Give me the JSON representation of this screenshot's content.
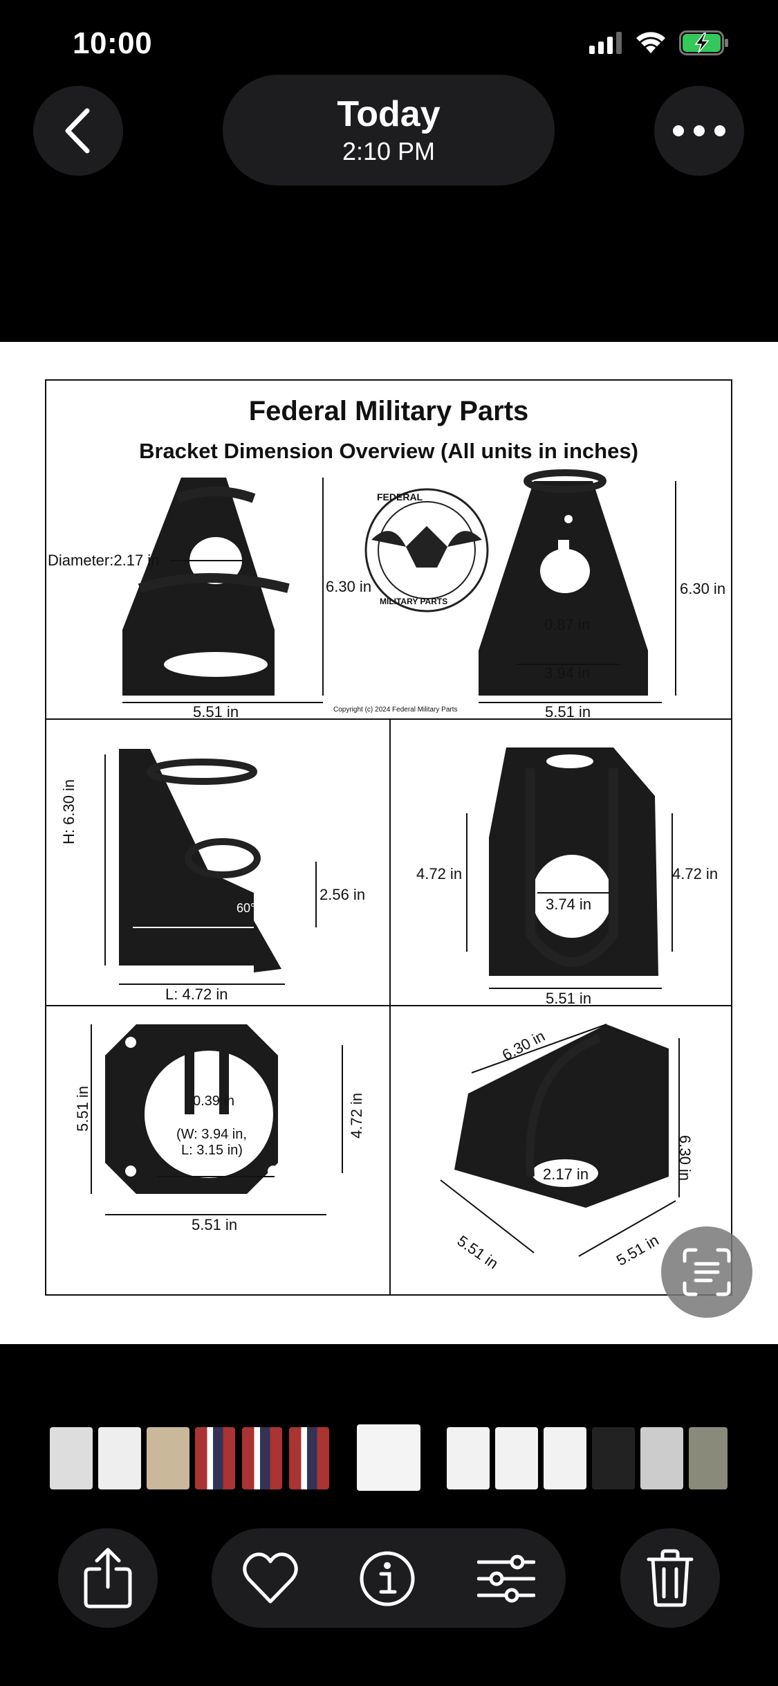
{
  "status": {
    "time": "10:00"
  },
  "nav": {
    "title": "Today",
    "subtitle": "2:10 PM"
  },
  "photo": {
    "heading": "Federal Military Parts",
    "subheading": "Bracket Dimension Overview (All units in inches)",
    "copyright": "Copyright (c) 2024 Federal Military Parts",
    "seal_top": "FEDERAL",
    "seal_bottom": "MILITARY PARTS",
    "labels": {
      "diameter": "Diameter:2.17 in",
      "h1": "6.30 in",
      "w1": "5.51 in",
      "h2": "6.30 in",
      "slot": "0.87 in",
      "holes": "3.94 in",
      "w2": "5.51 in",
      "side_h": "H: 6.30 in",
      "side_step": "2.56 in",
      "angle": "60°",
      "side_l": "L: 4.72 in",
      "back_l": "4.72 in",
      "back_r": "4.72 in",
      "back_inner": "3.74 in",
      "back_w": "5.51 in",
      "base_h": "5.51 in",
      "base_top": "0.39 in",
      "base_inner_h": "4.72 in",
      "base_opening": "(W: 3.94 in,",
      "base_opening2": "L: 3.15 in)",
      "base_w": "5.51 in",
      "iso_top": "6.30 in",
      "iso_h": "6.30 in",
      "iso_d": "2.17 in",
      "iso_l": "5.51 in",
      "iso_r": "5.51 in"
    }
  },
  "icons": {
    "back": "chevron-left-icon",
    "more": "ellipsis-icon",
    "share": "share-icon",
    "favorite": "heart-icon",
    "info": "info-icon",
    "adjust": "sliders-icon",
    "delete": "trash-icon",
    "live_text": "live-text-icon"
  }
}
